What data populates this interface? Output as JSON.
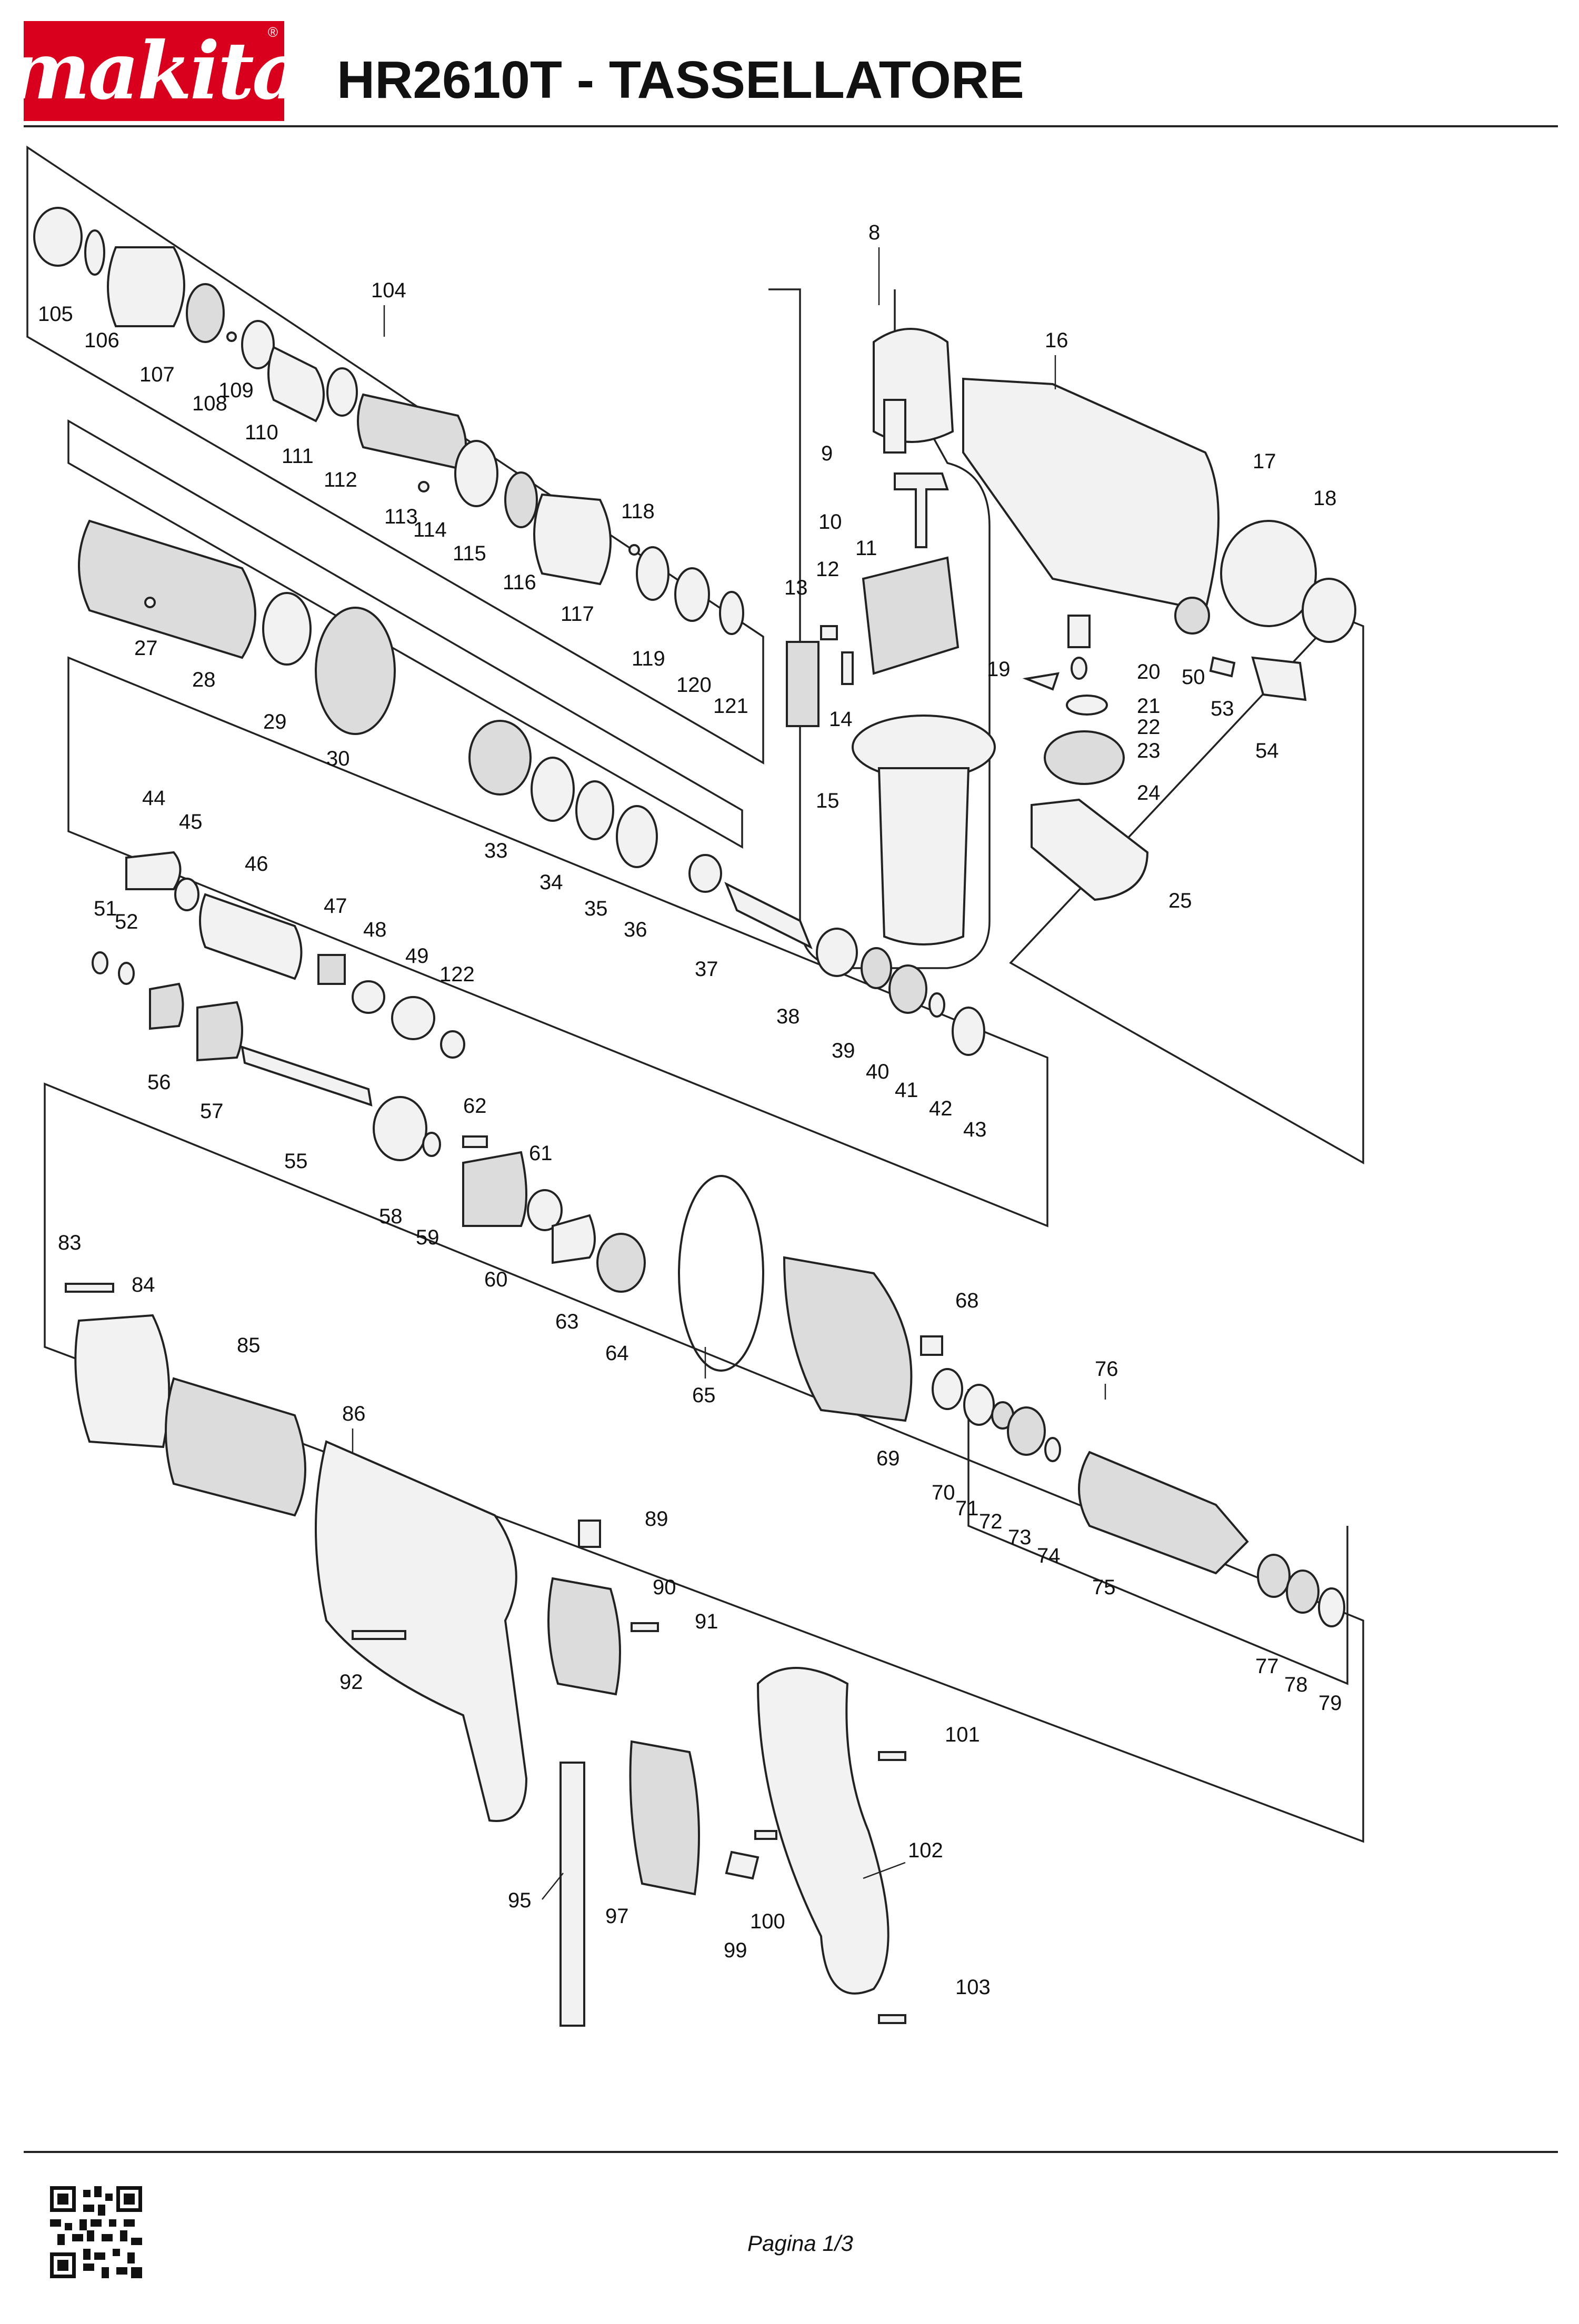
{
  "header": {
    "brand": "makita",
    "brand_mark": "®",
    "title": "HR2610T - TASSELLATORE"
  },
  "footer": {
    "page": "Pagina 1/3"
  },
  "colors": {
    "brand_red": "#d9001d",
    "line": "#222222"
  },
  "part_numbers": [
    "8",
    "9",
    "10",
    "11",
    "12",
    "13",
    "14",
    "15",
    "16",
    "17",
    "18",
    "19",
    "20",
    "21",
    "22",
    "23",
    "24",
    "25",
    "27",
    "28",
    "29",
    "30",
    "33",
    "34",
    "35",
    "36",
    "37",
    "38",
    "39",
    "40",
    "41",
    "42",
    "43",
    "44",
    "45",
    "46",
    "47",
    "48",
    "49",
    "50",
    "51",
    "52",
    "53",
    "54",
    "55",
    "56",
    "57",
    "58",
    "59",
    "60",
    "61",
    "62",
    "63",
    "64",
    "65",
    "68",
    "69",
    "70",
    "71",
    "72",
    "73",
    "74",
    "75",
    "76",
    "77",
    "78",
    "79",
    "83",
    "84",
    "85",
    "86",
    "89",
    "90",
    "91",
    "92",
    "95",
    "97",
    "99",
    "100",
    "101",
    "102",
    "103",
    "104",
    "105",
    "106",
    "107",
    "108",
    "109",
    "110",
    "111",
    "112",
    "113",
    "114",
    "115",
    "116",
    "117",
    "118",
    "119",
    "120",
    "121",
    "122"
  ]
}
